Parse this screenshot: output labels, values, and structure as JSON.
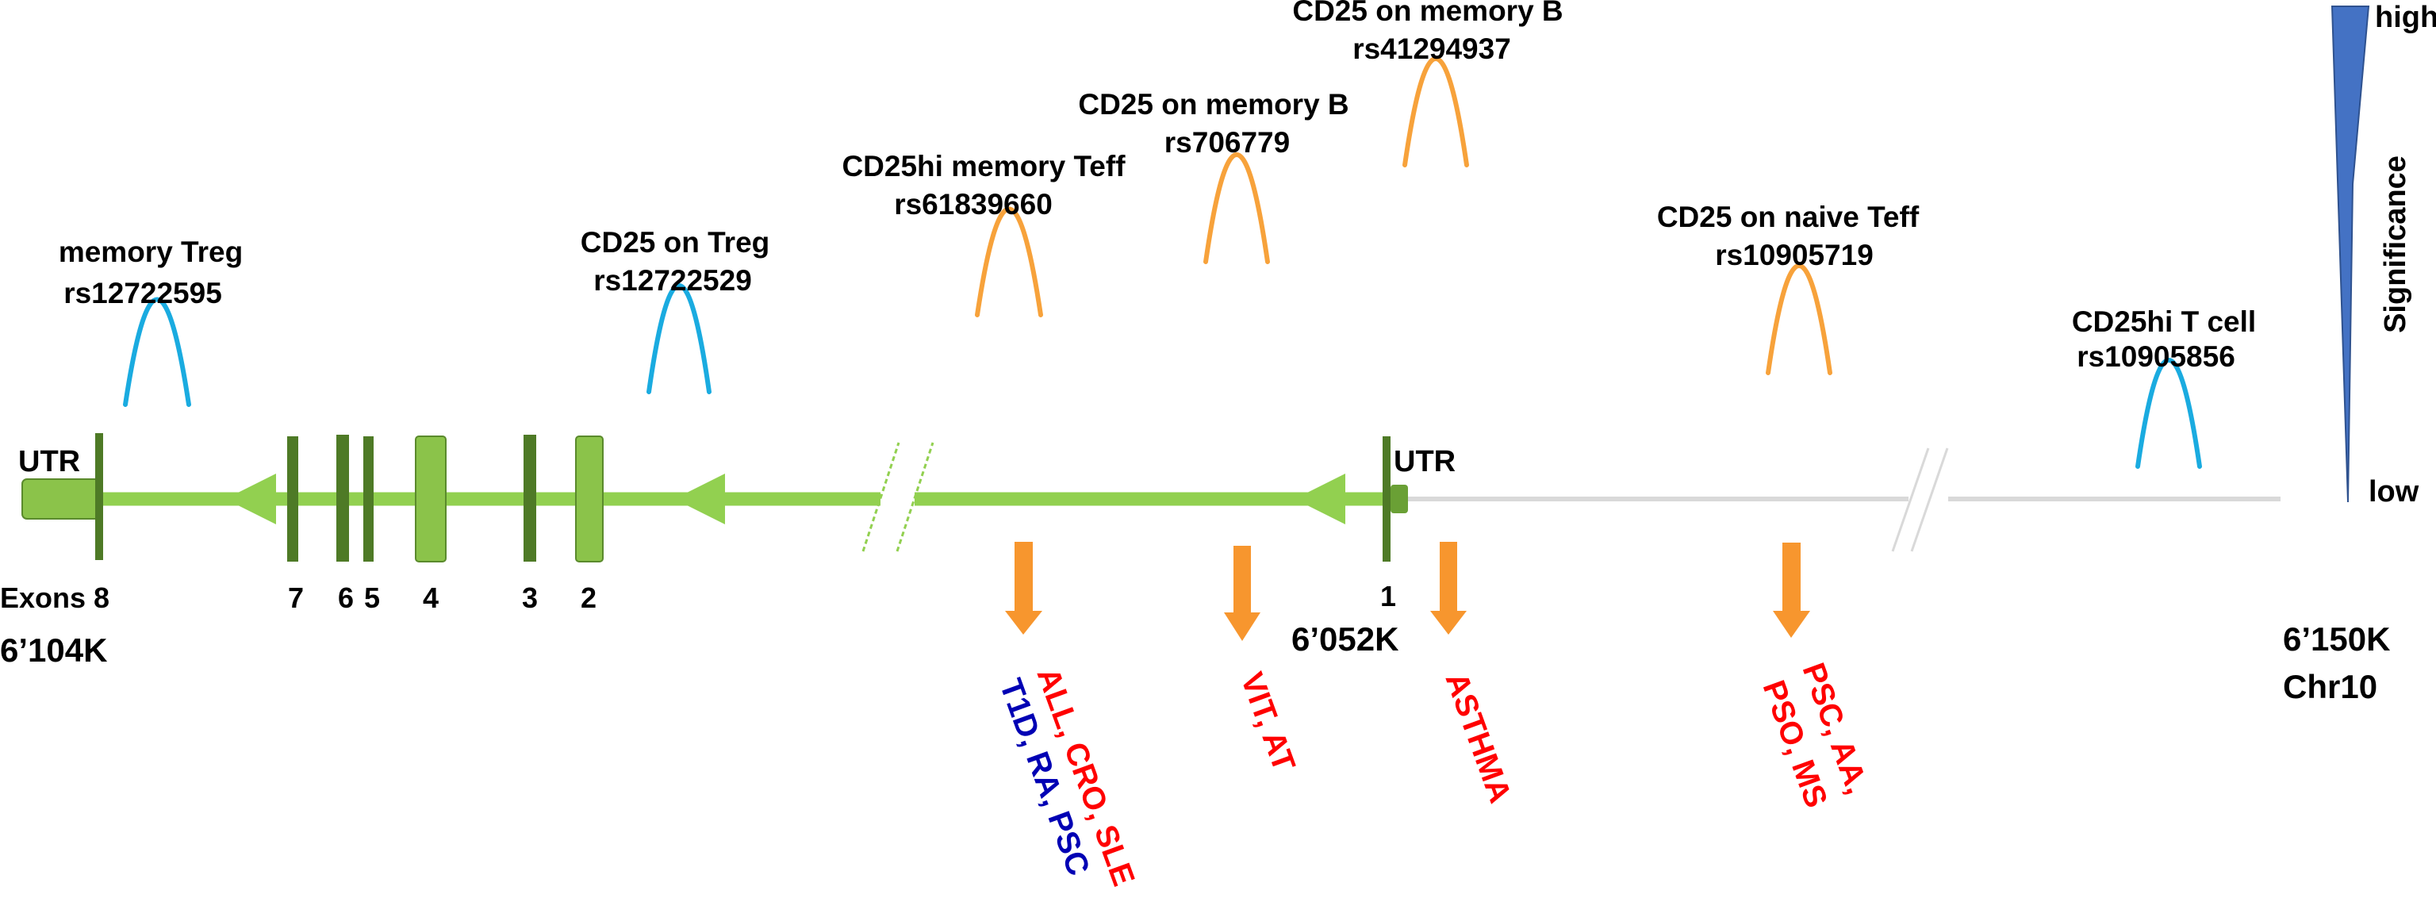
{
  "colors": {
    "gene": "#92d050",
    "exon_dark": "#4e7a26",
    "exon_light": "#8bc34a",
    "treg_peak": "#1aabe0",
    "teff_peak": "#f7a23b",
    "arrow": "#f7962e",
    "red_disease": "#ff0000",
    "blue_disease": "#0000b4",
    "intergenic": "#d9d9d9",
    "significance": "#4472c4"
  },
  "labels": {
    "utr_left": "UTR",
    "utr_right": "UTR",
    "exons_prefix": "Exons 8",
    "pos_left": "6’104K",
    "pos_mid": "6’052K",
    "pos_right": "6’150K",
    "chromosome": "Chr10",
    "significance": "Significance",
    "sig_high": "high",
    "sig_low": "low"
  },
  "exon_numbers": [
    "7",
    "6",
    "5",
    "4",
    "3",
    "2",
    "1"
  ],
  "snps": [
    {
      "phenotype": "memory Treg",
      "id": "rs12722595"
    },
    {
      "phenotype": "CD25 on Treg",
      "id": "rs12722529"
    },
    {
      "phenotype": "CD25hi memory Teff",
      "id": "rs61839660"
    },
    {
      "phenotype": "CD25 on memory B",
      "id": "rs706779"
    },
    {
      "phenotype": "CD25 on memory B",
      "id": "rs41294937"
    },
    {
      "phenotype": "CD25 on naive Teff",
      "id": "rs10905719"
    },
    {
      "phenotype": "CD25hi T cell",
      "id": "rs10905856"
    }
  ],
  "diseases": [
    {
      "red": "ALL, CRO, SLE",
      "blue": "T1D, RA, PSC"
    },
    {
      "red": "VIT, AT"
    },
    {
      "red": "ASTHMA"
    },
    {
      "red1": "PSC, AA,",
      "red2": "PSO, MS"
    }
  ]
}
